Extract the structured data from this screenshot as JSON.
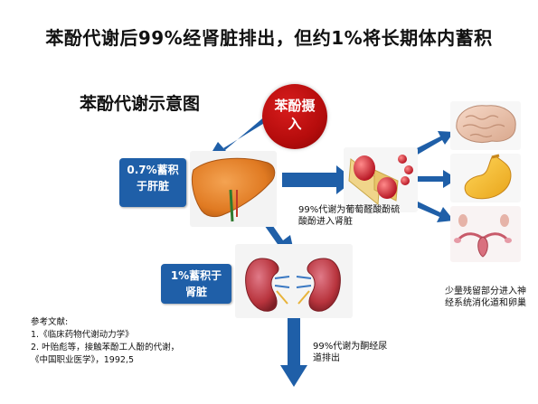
{
  "title": "苯酚代谢后99%经肾脏排出，但约1%将长期体内蓄积",
  "subtitle": "苯酚代谢示意图",
  "intake_label": "苯酚摄入",
  "liver_box": {
    "line1": "0.7%蓄积",
    "line2": "于肝脏"
  },
  "kidney_box": {
    "line1": "1%蓄积于",
    "line2": "肾脏"
  },
  "captions": {
    "glucuronide": "99%代谢为葡萄醛酸酚硫酸酚进入肾脏",
    "residual": "少量残留部分进入神经系统消化道和卵巢",
    "urine": "99%代谢为酮经尿道排出"
  },
  "references": {
    "heading": "参考文献:",
    "item1": "1.《临床药物代谢动力学》",
    "item2": "2.  叶贻彪等，接触苯酚工人酚的代谢，",
    "item3": "《中国职业医学》，1992,5"
  },
  "colors": {
    "arrow_blue": "#1f5fa8",
    "intake_red": "#c41212",
    "liver_orange": "#e8822c",
    "kidney_red": "#b8343d"
  }
}
